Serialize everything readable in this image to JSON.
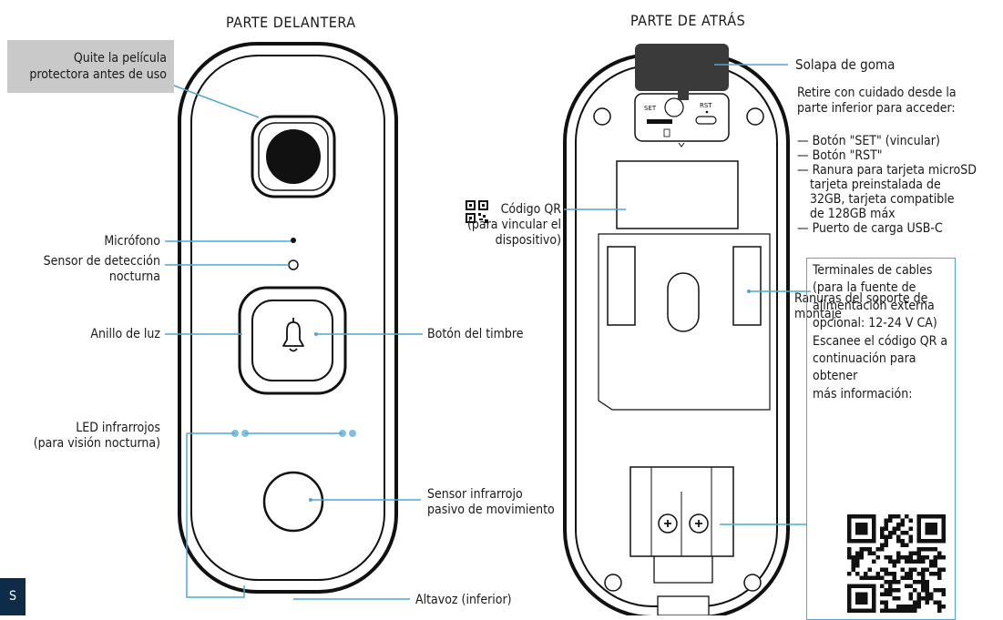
{
  "headers": {
    "front": "PARTE DELANTERA",
    "back": "PARTE DE ATRÁS"
  },
  "front": {
    "note": [
      "Quite la película",
      "protectora antes de uso"
    ],
    "microphone": "Micrófono",
    "night_sensor": [
      "Sensor de detección",
      "nocturna"
    ],
    "light_ring": "Anillo de luz",
    "bell_button": "Botón del timbre",
    "ir_led": [
      "LED infrarrojos",
      "(para visión nocturna)"
    ],
    "pir_sensor": [
      "Sensor infrarrojo",
      "pasivo de movimiento"
    ],
    "speaker": "Altavoz (inferior)"
  },
  "back": {
    "rubber_flap": "Solapa de goma",
    "flap_instructions": [
      "Retire con cuidado desde la",
      "parte inferior para acceder:"
    ],
    "access_items": [
      "— Botón \"SET\" (vincular)",
      "— Botón \"RST\"",
      "— Ranura para tarjeta microSD"
    ],
    "sd_detail": "tarjeta preinstalada de 32GB, tarjeta compatible de 128GB máx",
    "usb_port": "— Puerto de carga USB-C",
    "qr_label": [
      "Código QR",
      "(para vincular el",
      "dispositivo)"
    ],
    "mount_slots": [
      "Ranuras del soporte de",
      "montaje"
    ],
    "set_label": "SET",
    "rst_label": "RST",
    "wire_terminals_box": [
      "Terminales de cables",
      "(para la fuente de",
      "alimentación externa",
      "opcional: 12-24 V CA)",
      "Escanee el código QR a",
      "continuación para obtener",
      "más información:"
    ]
  },
  "corner_tab": "S",
  "colors": {
    "leader": "#4ea7d6",
    "note_bg": "#c9c9c9",
    "device_outline": "#111111",
    "tab_bg": "#0e2b4a"
  }
}
